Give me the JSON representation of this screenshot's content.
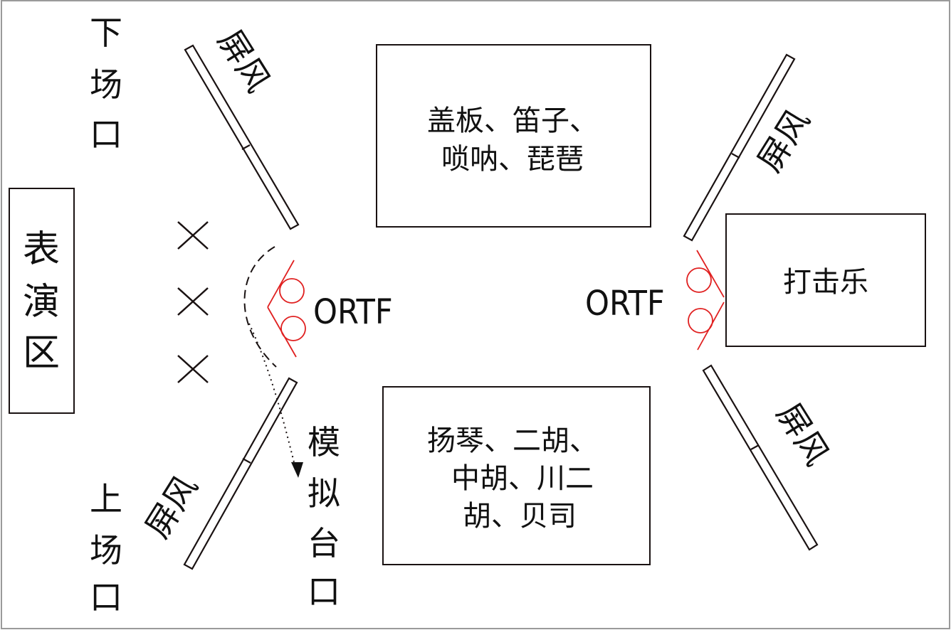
{
  "labels": {
    "exit_lower": [
      "下",
      "场",
      "口"
    ],
    "exit_upper": [
      "上",
      "场",
      "口"
    ],
    "performance_area": [
      "表",
      "演",
      "区"
    ],
    "simulated_stage_exit": [
      "模",
      "拟",
      "台",
      "口"
    ],
    "screen": "屏风",
    "ortf_left": "ORTF",
    "ortf_right": "ORTF"
  },
  "boxes": {
    "winds_plucked": [
      "盖板、笛子、",
      "唢呐、琵琶"
    ],
    "percussion": [
      "打击乐"
    ],
    "bowed_strings": [
      "扬琴、二胡、",
      "中胡、川二",
      "胡、贝司"
    ]
  },
  "markers": [
    "×",
    "×",
    "×"
  ],
  "colors": {
    "line": "#1a1212",
    "mic": "#e02020",
    "frame": "#888888"
  }
}
